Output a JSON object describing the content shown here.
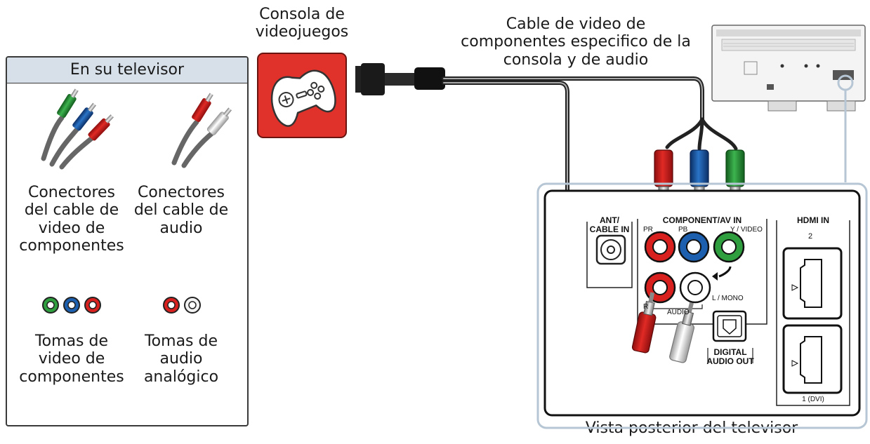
{
  "labels": {
    "console_line1": "Consola de",
    "console_line2": "videojuegos",
    "cable_line1": "Cable de video de",
    "cable_line2": "componentes especifico de la",
    "cable_line3": "consola y de audio",
    "tv_back": "Vista posterior del televisor"
  },
  "legend": {
    "header": "En su televisor",
    "component_connectors": [
      "Conectores",
      "del cable de",
      "video de",
      "componentes"
    ],
    "audio_connectors": [
      "Conectores",
      "del cable de",
      "audio"
    ],
    "component_jacks": [
      "Tomas de",
      "video de",
      "componentes"
    ],
    "audio_jacks": [
      "Tomas de",
      "audio",
      "analógico"
    ]
  },
  "panel": {
    "ant_line1": "ANT/",
    "ant_line2": "CABLE IN",
    "component_av_in": "COMPONENT/AV IN",
    "pr": "PR",
    "pb": "PB",
    "y_video": "Y / VIDEO",
    "r": "R",
    "audio": "AUDIO",
    "l_mono": "L / MONO",
    "digital_line1": "DIGITAL",
    "digital_line2": "AUDIO OUT",
    "hdmi_in": "HDMI IN",
    "hdmi_2": "2",
    "hdmi_1": "1 (DVI)"
  },
  "colors": {
    "red": "#d8201f",
    "green": "#2e9e3e",
    "blue": "#1b5fae",
    "console_red": "#e0312a",
    "panel_border": "#b7c6d4",
    "legend_header": "#d7e0e9"
  }
}
